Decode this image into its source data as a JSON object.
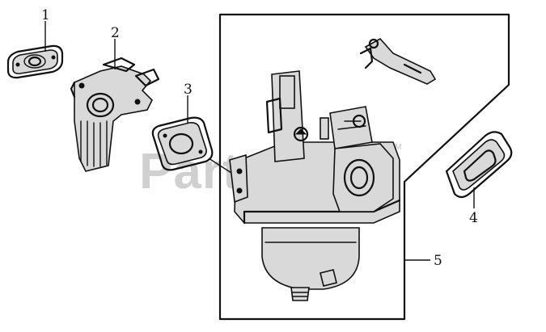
{
  "watermark": {
    "text": "PartsTree",
    "mark": "TM"
  },
  "callouts": {
    "c1": "1",
    "c2": "2",
    "c3": "3",
    "c4": "4",
    "c5": "5"
  }
}
